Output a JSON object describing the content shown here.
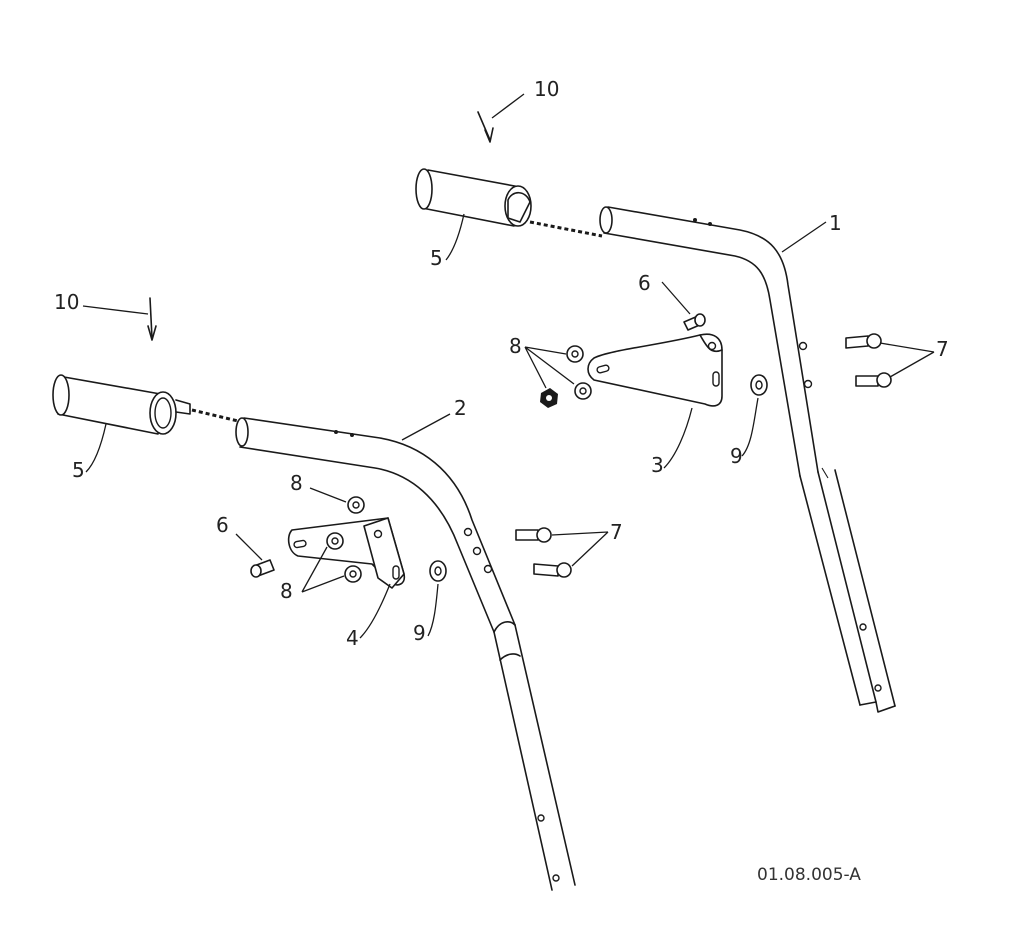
{
  "diagram": {
    "drawing_code": "01.08.005-A",
    "callouts": {
      "c1": "1",
      "c2": "2",
      "c3": "3",
      "c4": "4",
      "c5a": "5",
      "c5b": "5",
      "c6a": "6",
      "c6b": "6",
      "c7a": "7",
      "c7b": "7",
      "c8a": "8",
      "c8b": "8",
      "c8c": "8",
      "c9a": "9",
      "c9b": "9",
      "c10a": "10",
      "c10b": "10"
    }
  }
}
